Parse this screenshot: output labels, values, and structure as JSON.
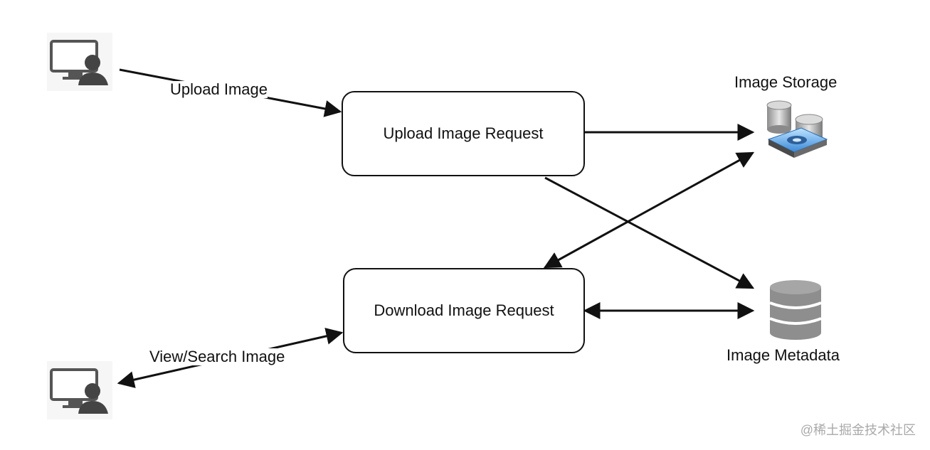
{
  "nodes": {
    "upload_request": "Upload Image Request",
    "download_request": "Download Image Request",
    "image_storage": "Image Storage",
    "image_metadata": "Image Metadata"
  },
  "edges": {
    "upload_image": "Upload Image",
    "view_search_image": "View/Search Image"
  },
  "icons": {
    "user_top": "user-computer-icon",
    "user_bottom": "user-computer-icon",
    "storage": "disk-storage-icon",
    "metadata": "database-icon"
  },
  "watermark": "@稀土掘金技术社区"
}
